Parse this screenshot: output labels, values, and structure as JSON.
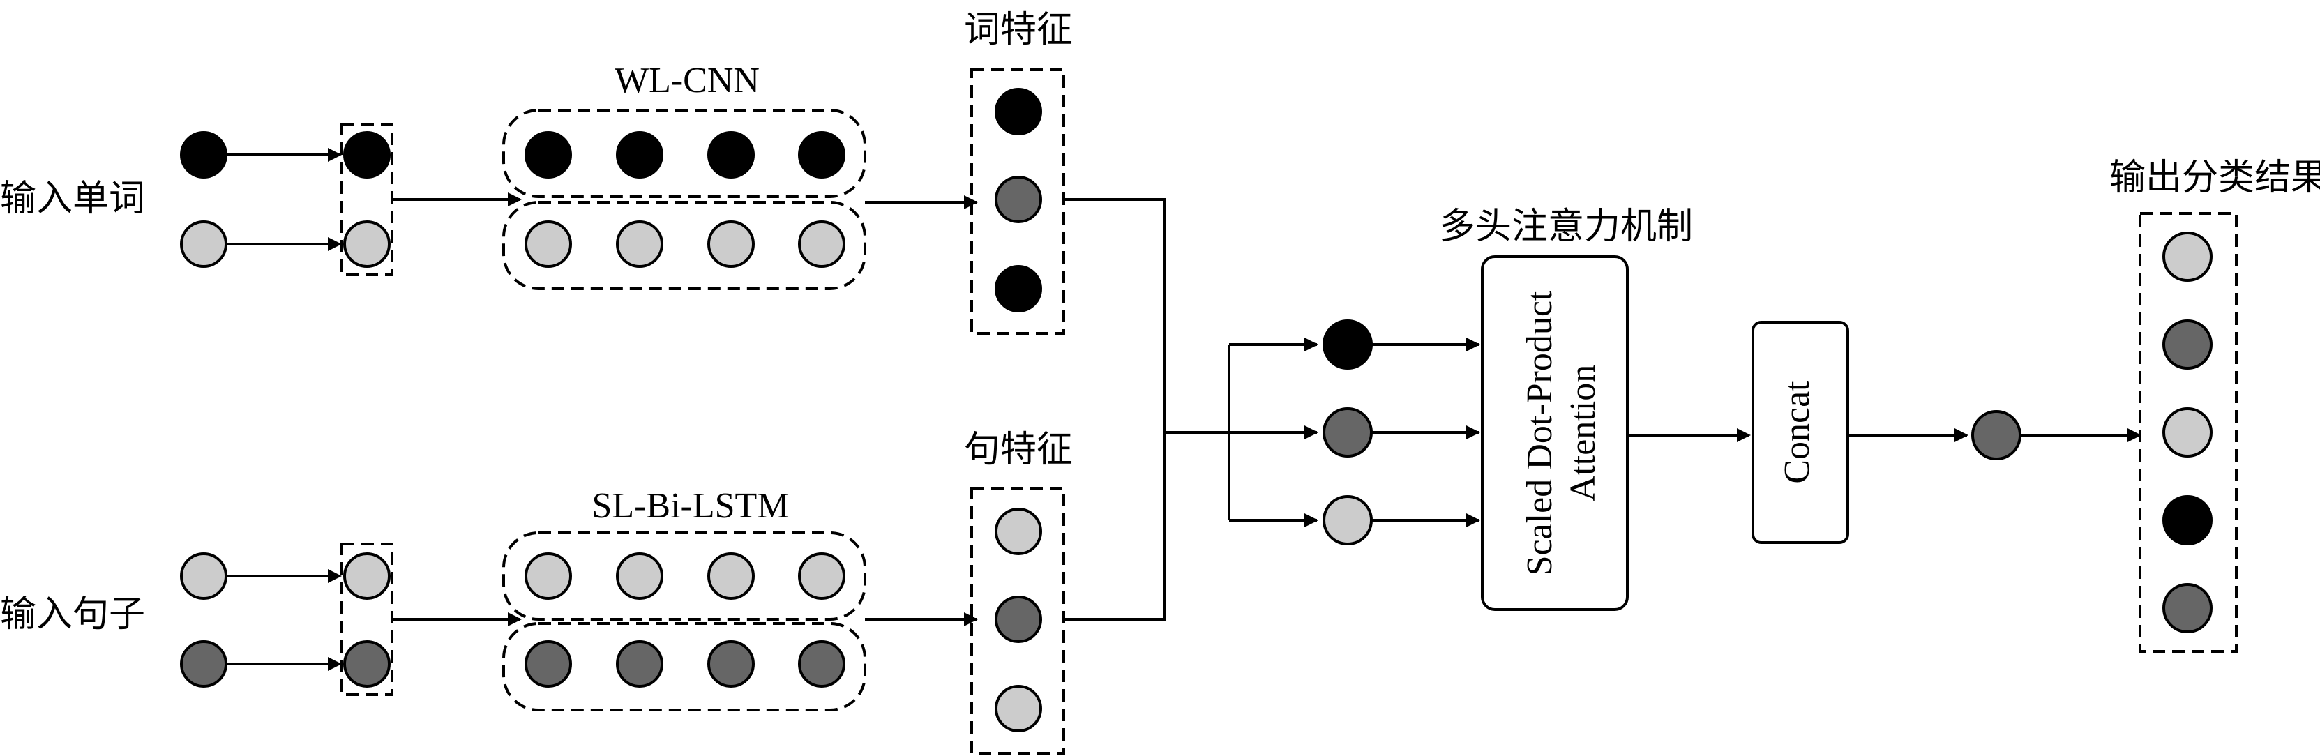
{
  "colors": {
    "black": "#000000",
    "dark": "#666666",
    "light": "#cccccc"
  },
  "labels": {
    "input_word": "输入单词",
    "input_sentence": "输入句子",
    "wl_cnn": "WL-CNN",
    "sl_bilstm": "SL-Bi-LSTM",
    "word_feature": "词特征",
    "sentence_feature": "句特征",
    "multihead": "多头注意力机制",
    "attention_line1": "Scaled Dot-Product",
    "attention_line2": "Attention",
    "concat": "Concat",
    "output": "输出分类结果"
  }
}
